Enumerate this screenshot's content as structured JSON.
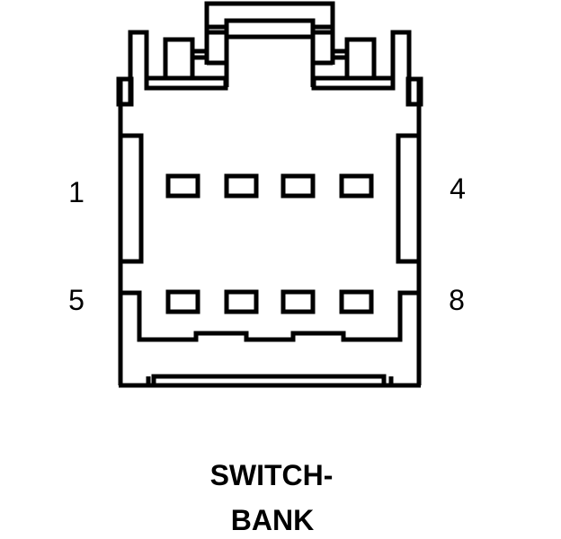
{
  "diagram": {
    "type": "connector-pinout",
    "caption": {
      "line1": "SWITCH-",
      "line2": "BANK"
    },
    "pin_labels": {
      "top_left": "1",
      "top_right": "4",
      "bottom_left": "5",
      "bottom_right": "8"
    },
    "pins": {
      "rows": 2,
      "per_row": 4,
      "total": 8
    },
    "colors": {
      "line": "#000000",
      "background": "#ffffff"
    }
  }
}
